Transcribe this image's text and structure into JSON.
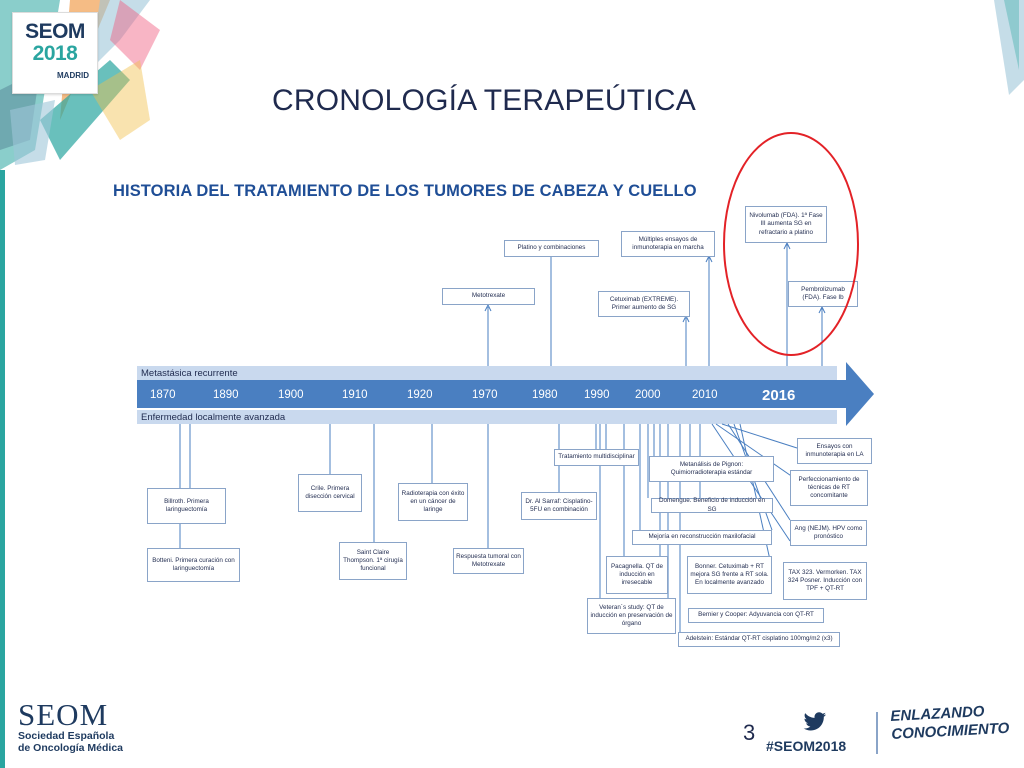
{
  "header": {
    "logo_text": "SEOM",
    "logo_year": "2018",
    "logo_city": "MADRID",
    "title": "CRONOLOGÍA TERAPEÚTICA",
    "subtitle": "HISTORIA DEL TRATAMIENTO DE LOS TUMORES DE CABEZA Y CUELLO"
  },
  "timeline": {
    "top_label": "Metastásica recurrente",
    "bottom_label": "Enfermedad localmente avanzada",
    "years": [
      "1870",
      "1890",
      "1900",
      "1910",
      "1920",
      "1970",
      "1980",
      "1990",
      "2000",
      "2010"
    ],
    "highlight_year": "2016",
    "above_events": [
      {
        "id": "metotrexate",
        "text": "Metotrexate"
      },
      {
        "id": "platino",
        "text": "Platino y combinaciones"
      },
      {
        "id": "multiples",
        "text": "Múltiples ensayos de inmunoterapia en marcha"
      },
      {
        "id": "cetuximab",
        "text": "Cetuximab (EXTREME). Primer aumento de SG"
      },
      {
        "id": "nivolumab",
        "text": "Nivolumab (FDA). 1ª Fase III aumenta SG en refractario a platino"
      },
      {
        "id": "pembrolizumab",
        "text": "Pembrolizumab (FDA). Fase Ib"
      }
    ],
    "below_events": [
      {
        "id": "billroth",
        "text": "Billroth. Primera laringuectomía"
      },
      {
        "id": "botteni",
        "text": "Botteni. Primera curación con laringuectomía"
      },
      {
        "id": "crile",
        "text": "Crile. Primera disección cervical"
      },
      {
        "id": "saint_claire",
        "text": "Saint Claire Thompson. 1ª cirugía funcional"
      },
      {
        "id": "radioterapia",
        "text": "Radioterapia con éxito en un cáncer de laringe"
      },
      {
        "id": "respuesta",
        "text": "Respuesta tumoral con Metotrexate"
      },
      {
        "id": "tratamiento_multi",
        "text": "Tratamiento multidisciplinar"
      },
      {
        "id": "al_sarraf",
        "text": "Dr. Al Sarraf: Cisplatino-5FU en combinación"
      },
      {
        "id": "pignon",
        "text": "Metanálisis de Pignon: Quimiorradioterapia estándar"
      },
      {
        "id": "domengue",
        "text": "Domengue. Beneficio de inducción en SG"
      },
      {
        "id": "mejoria",
        "text": "Mejoría en reconstrucción maxilofacial"
      },
      {
        "id": "pacagnella",
        "text": "Pacagnella. QT de inducción en irresecable"
      },
      {
        "id": "bonner",
        "text": "Bonner. Cetuximab + RT mejora SG frente a RT sola. En localmente avanzado"
      },
      {
        "id": "veterans",
        "text": "Veteran´s study: QT de inducción en preservación de órgano"
      },
      {
        "id": "bernier",
        "text": "Bernier y Cooper: Adyuvancia con QT-RT"
      },
      {
        "id": "adelstein",
        "text": "Adelstein: Estándar QT-RT cisplatino 100mg/m2 (x3)"
      },
      {
        "id": "ensayos",
        "text": "Ensayos con inmunoterapia en LA"
      },
      {
        "id": "perfeccionamiento",
        "text": "Perfeccionamiento de técnicas de RT concomitante"
      },
      {
        "id": "ang",
        "text": "Ang (NEJM). HPV como pronóstico"
      },
      {
        "id": "tax323",
        "text": "TAX 323. Vermorken. TAX 324 Posner. Inducción con TPF + QT-RT"
      }
    ]
  },
  "footer": {
    "logo_text": "SEOM",
    "org_line1": "Sociedad Española",
    "org_line2": "de Oncología Médica",
    "page_number": "3",
    "hashtag": "#SEOM2018",
    "slogan_line1": "ENLAZANDO",
    "slogan_line2": "CONOCIMIENTO"
  },
  "colors": {
    "teal": "#2aa5a0",
    "navy": "#1e3a5f",
    "timeline_blue": "#4a7fc1",
    "timeline_light": "#c9d9ee",
    "highlight_red": "#e32227"
  }
}
